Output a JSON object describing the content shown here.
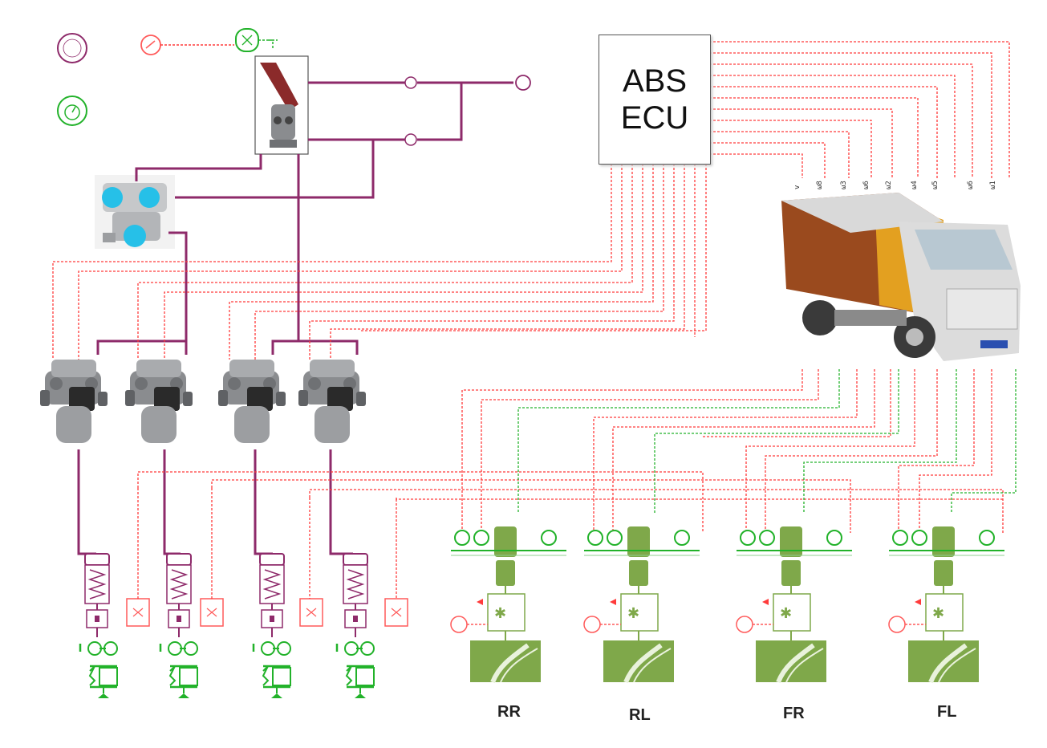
{
  "ecu": {
    "line1": "ABS",
    "line2": "ECU"
  },
  "wheels": [
    {
      "id": "rr",
      "label": "RR"
    },
    {
      "id": "rl",
      "label": "RL"
    },
    {
      "id": "fr",
      "label": "FR"
    },
    {
      "id": "fl",
      "label": "FL"
    }
  ],
  "ecu_ports": [
    "v",
    "ω8",
    "ω3",
    "ω6",
    "ω2",
    "ω4",
    "ω5",
    "ω6",
    "ω1"
  ],
  "colors": {
    "pneumatic": "#8e2a6a",
    "signal": "#ff3b3b",
    "sensor": "#22b22a",
    "wheel_model": "#7fa84a",
    "valve_body": "#7d7f82",
    "coil": "#2a2a2a"
  },
  "icons": {
    "air_source": "air-source-icon",
    "pressure_gauge": "pressure-gauge-icon",
    "timer": "timer-icon",
    "pedal": "brake-pedal-icon",
    "relay_valve": "relay-valve-icon",
    "modulator": "abs-modulator-icon",
    "truck": "truck-icon"
  }
}
